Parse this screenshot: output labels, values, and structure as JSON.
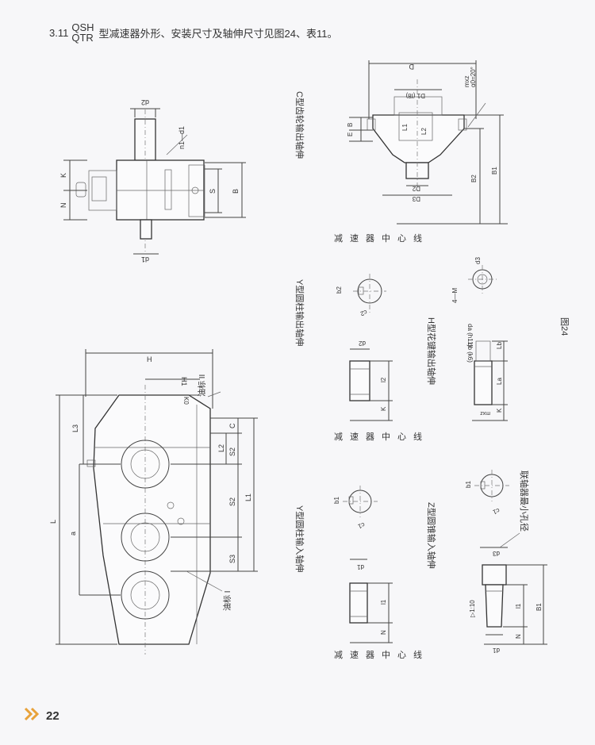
{
  "header": {
    "section_number": "3.11",
    "model_top": "QSH",
    "model_bottom": "QTR",
    "text": "型减速器外形、安装尺寸及轴伸尺寸见图24、表11。"
  },
  "footer": {
    "page_number": "22"
  },
  "figure_caption": "图24",
  "labels": {
    "center_line": [
      "减",
      "速",
      "器",
      "中",
      "心",
      "线"
    ],
    "c_output": "C型齿轮输出轴伸",
    "y_output": "Y型圆柱输出轴伸",
    "y_input": "Y型圆柱输入轴伸",
    "h_output": "H型花键输出轴伸",
    "z_input": "Z型圆锥输入轴伸",
    "coupling": "联轴器最小孔径",
    "oil_mark_2": "油标 II",
    "oil_mark_1": "油标 I"
  },
  "dims": {
    "top_view": {
      "d2": "d2",
      "n1d1": "n1—d1",
      "K": "K",
      "N": "N",
      "S": "S",
      "B": "B",
      "d1": "d1"
    },
    "front_view": {
      "H": "H",
      "H1": "H1",
      "K0": "K0",
      "L3": "L3",
      "L": "L",
      "a": "a",
      "C": "C",
      "L2": "L2",
      "S2a": "S2",
      "S2b": "S2",
      "L1": "L1",
      "S3": "S3"
    },
    "c_type": {
      "D": "D",
      "D1": "D1 (f8)",
      "mxz": "mxz",
      "alpha": "α0=20°",
      "E": "E",
      "B": "B",
      "L1": "L1",
      "L2": "L2",
      "D2": "D2",
      "D3": "D3",
      "B2": "B2",
      "B1": "B1"
    },
    "y_out": {
      "b2": "b2",
      "c2": "c2",
      "d2": "d2",
      "l2": "l2",
      "K": "K"
    },
    "h_out": {
      "d3": "d3",
      "fourM": "4—M",
      "da": "da (h11)",
      "db": "db (k6)",
      "Lb": "Lb",
      "La": "La",
      "K": "K",
      "mxz": "mxz"
    },
    "y_in": {
      "b1": "b1",
      "c1": "c1",
      "d1": "d1",
      "l1": "l1",
      "N": "N"
    },
    "z_in": {
      "b1": "b1",
      "c1": "c1",
      "d3": "d3",
      "taper": "▷1:10",
      "l1": "l1",
      "N": "N",
      "d1": "d1",
      "B1": "B1"
    }
  },
  "colors": {
    "accent": "#e8a23a",
    "ink": "#333333",
    "paper": "#f7f7f9"
  }
}
